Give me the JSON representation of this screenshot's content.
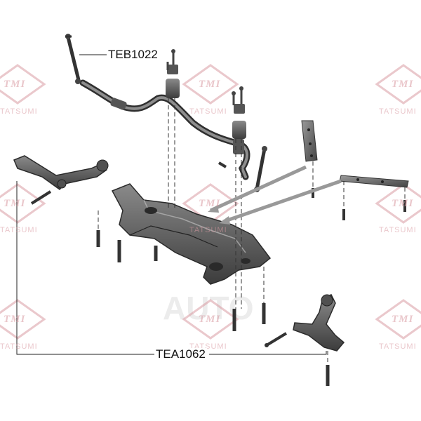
{
  "parts": {
    "stabilizer_link": "TEB1022",
    "control_arm": "TEA1062"
  },
  "watermark": {
    "logo_text": "TMI",
    "brand_text": "TATSUMI",
    "faint_logo": "AUTO"
  },
  "colors": {
    "watermark": "#d99aa2",
    "part": "#555555",
    "line": "#222222"
  }
}
